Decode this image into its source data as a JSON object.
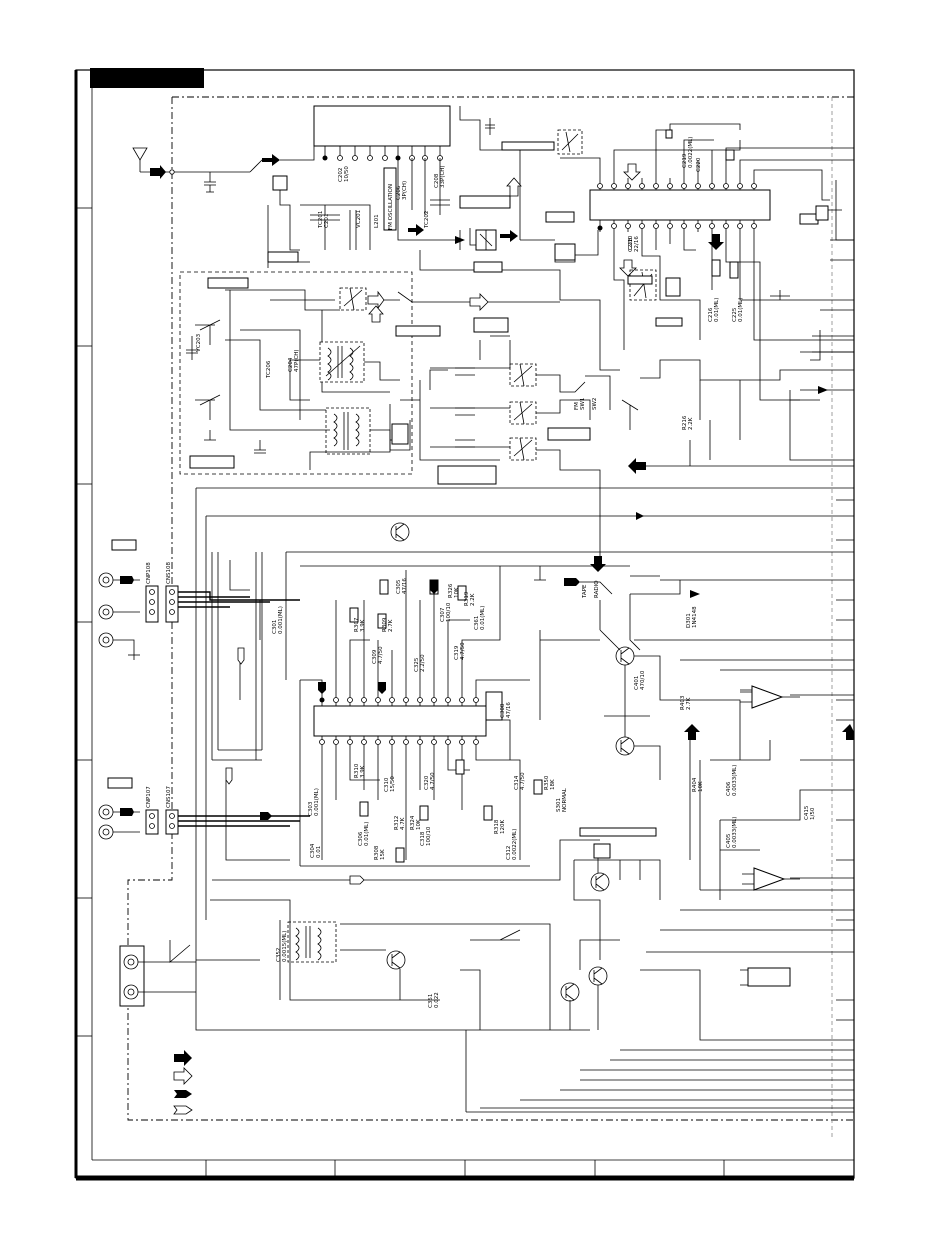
{
  "colors": {
    "ink": "#000000",
    "paper": "#ffffff",
    "guide": "#888888"
  },
  "frame": {
    "row_marks": 8,
    "column_marks": 6
  },
  "tuner": {
    "fm_osc_label": "FM OSCILLATION",
    "parts": [
      {
        "id": "cap-c202",
        "ref": "C202",
        "value": "10/50"
      },
      {
        "id": "cap-c201",
        "ref": "C201",
        "value": "5P"
      },
      {
        "id": "cap-c206",
        "ref": "C206",
        "value": "3P(CH)"
      },
      {
        "id": "cap-c208",
        "ref": "C208",
        "value": "33P(CH)"
      },
      {
        "id": "coil-l201",
        "ref": "L201",
        "value": ""
      },
      {
        "id": "vc-201",
        "ref": "VC201",
        "value": ""
      },
      {
        "id": "coil-tc201",
        "ref": "TC201",
        "value": ""
      },
      {
        "id": "coil-tc202",
        "ref": "TC202",
        "value": ""
      },
      {
        "id": "cap-c210",
        "ref": "C210",
        "value": "0.022(ML)"
      },
      {
        "id": "cap-c220",
        "ref": "C220",
        "value": "0.047"
      },
      {
        "id": "cap-c219",
        "ref": "C219",
        "value": "0.0022(ML)"
      },
      {
        "id": "cap-c216",
        "ref": "C216",
        "value": "0.01(ML)"
      },
      {
        "id": "cap-c225",
        "ref": "C225",
        "value": "0.01(ML)"
      },
      {
        "id": "cap-c228",
        "ref": "C228",
        "value": "22/16"
      },
      {
        "id": "coil-tc206",
        "ref": "TC206",
        "value": ""
      },
      {
        "id": "cap-c204",
        "ref": "C204",
        "value": "47P(CH)"
      },
      {
        "id": "vc-203",
        "ref": "VC203",
        "value": ""
      }
    ]
  },
  "middle": {
    "parts": [
      {
        "id": "res-r216",
        "ref": "R216",
        "value": "2.2K"
      },
      {
        "id": "sw-fm-am",
        "ref": "FM",
        "value": "SW1"
      },
      {
        "id": "sw-sw2",
        "ref": "",
        "value": "SW2"
      }
    ]
  },
  "connectors": [
    {
      "id": "cnp108",
      "label": "CNP108"
    },
    {
      "id": "cns108",
      "label": "CNS108"
    },
    {
      "id": "cnp107",
      "label": "CNP107"
    },
    {
      "id": "cns107",
      "label": "CNS107"
    }
  ],
  "audio": {
    "parts": [
      {
        "id": "cap-c301",
        "ref": "C301",
        "value": "0.001(ML)"
      },
      {
        "id": "res-r307",
        "ref": "R307",
        "value": "3.9K"
      },
      {
        "id": "res-r309",
        "ref": "R309",
        "value": "2.7K"
      },
      {
        "id": "cap-c305",
        "ref": "C305",
        "value": "47/16"
      },
      {
        "id": "cap-c307",
        "ref": "C307",
        "value": "100/10"
      },
      {
        "id": "res-r326",
        "ref": "R326",
        "value": "10K"
      },
      {
        "id": "res-r319",
        "ref": "R319",
        "value": "2.2K"
      },
      {
        "id": "cap-c361",
        "ref": "C361",
        "value": "0.01(ML)"
      },
      {
        "id": "cap-c309",
        "ref": "C309",
        "value": "4.7/50"
      },
      {
        "id": "cap-c325",
        "ref": "C325",
        "value": "2.2/50"
      },
      {
        "id": "cap-c319",
        "ref": "C319",
        "value": "4.7/50"
      },
      {
        "id": "cap-c308",
        "ref": "C308",
        "value": "47/16"
      },
      {
        "id": "cap-c303",
        "ref": "C303",
        "value": "0.001(ML)"
      },
      {
        "id": "res-r310",
        "ref": "R310",
        "value": "3.9K"
      },
      {
        "id": "cap-c310",
        "ref": "C310",
        "value": "15/50"
      },
      {
        "id": "res-r312",
        "ref": "R312",
        "value": "4.7K"
      },
      {
        "id": "cap-c320",
        "ref": "C320",
        "value": "4.7/50"
      },
      {
        "id": "res-r324",
        "ref": "R324",
        "value": "10K"
      },
      {
        "id": "cap-c306",
        "ref": "C306",
        "value": "0.01(ML)"
      },
      {
        "id": "res-r308",
        "ref": "R308",
        "value": "15K"
      },
      {
        "id": "cap-c304",
        "ref": "C304",
        "value": "0.01"
      },
      {
        "id": "cap-c318",
        "ref": "C318",
        "value": "100/10"
      },
      {
        "id": "res-r318",
        "ref": "R318",
        "value": "120K"
      },
      {
        "id": "cap-c312",
        "ref": "C312",
        "value": "0.0022(ML)"
      },
      {
        "id": "cap-c314",
        "ref": "C314",
        "value": "4.7/50"
      },
      {
        "id": "res-r350",
        "ref": "R350",
        "value": "18K"
      },
      {
        "id": "sw-s301",
        "ref": "S301",
        "value": "NORMAL"
      },
      {
        "id": "sw-tape",
        "ref": "TAPE",
        "value": "RADIO"
      },
      {
        "id": "diode-d301",
        "ref": "D301",
        "value": "1N4148"
      },
      {
        "id": "cap-c401",
        "ref": "C401",
        "value": "470/10"
      },
      {
        "id": "res-r403",
        "ref": "R403",
        "value": "2.7K"
      },
      {
        "id": "res-r404",
        "ref": "R404",
        "value": "10K"
      },
      {
        "id": "cap-c406",
        "ref": "C406",
        "value": "0.0033(ML)"
      },
      {
        "id": "cap-c405",
        "ref": "C405",
        "value": "0.0033(ML)"
      },
      {
        "id": "cap-c415",
        "ref": "C415",
        "value": "1/50"
      },
      {
        "id": "cap-c351",
        "ref": "C351",
        "value": "0.022"
      },
      {
        "id": "cap-c352",
        "ref": "C352",
        "value": "0.0015(ML)"
      }
    ]
  },
  "legend": [
    {
      "id": "legend-solid-arrow",
      "icon": "solid-arrow-icon"
    },
    {
      "id": "legend-hollow-arrow",
      "icon": "hollow-arrow-icon"
    },
    {
      "id": "legend-solid-tag",
      "icon": "solid-tag-icon"
    },
    {
      "id": "legend-hollow-tag",
      "icon": "hollow-tag-icon"
    }
  ]
}
